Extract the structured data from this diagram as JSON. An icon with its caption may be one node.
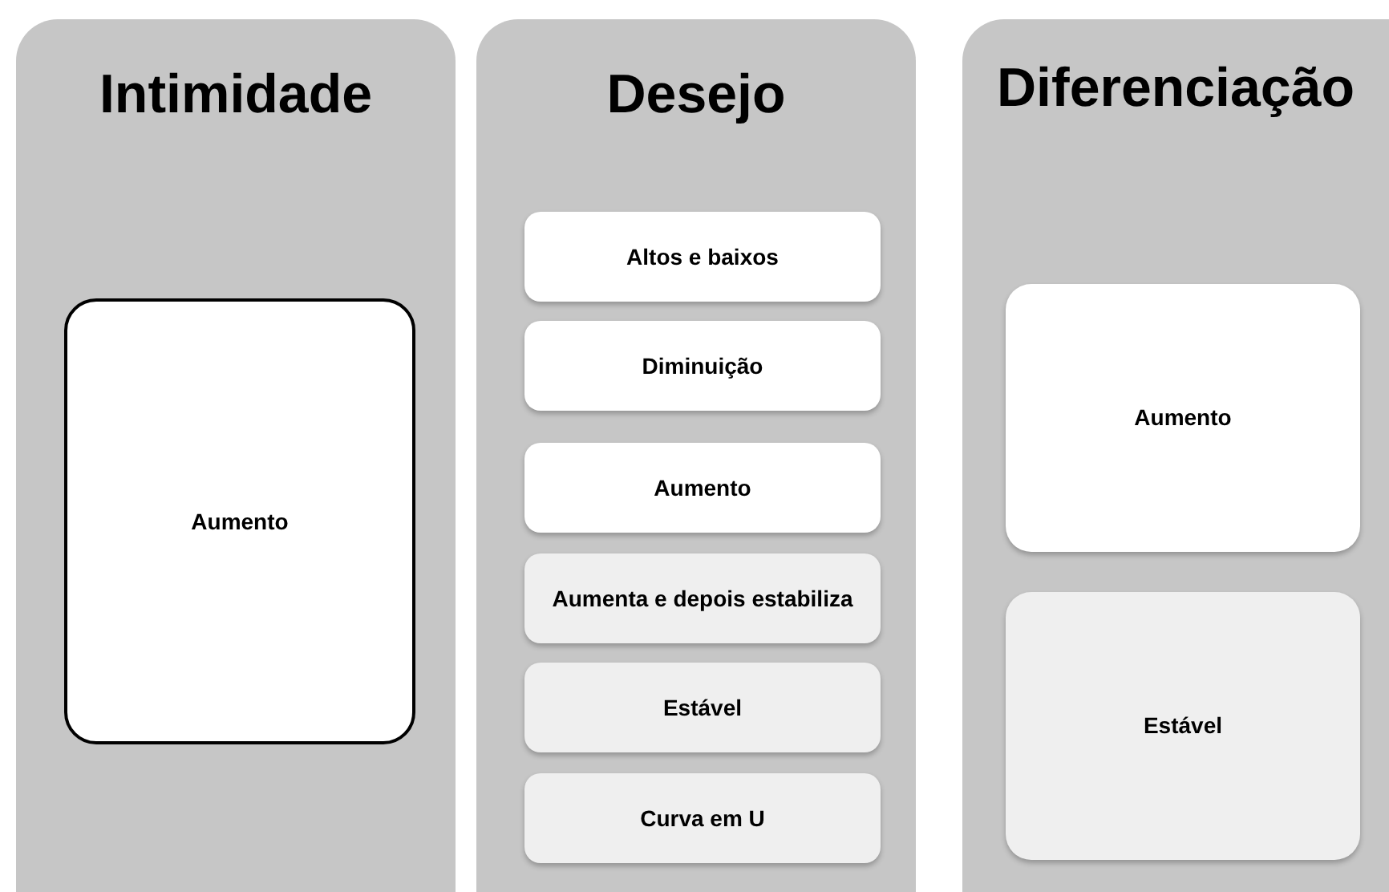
{
  "diagram": {
    "nodes": [
      {
        "text": [
          "Intimidade"
        ]
      },
      {
        "text": [
          "Aumento"
        ],
        "in": 0
      },
      {
        "text": [
          "Desejo"
        ]
      },
      {
        "text": [
          "Altos e baixos"
        ],
        "in": 2
      },
      {
        "text": [
          "Diminuição"
        ],
        "in": 2
      },
      {
        "text": [
          "Aumento"
        ],
        "in": 2
      },
      {
        "text": [
          "Aumenta e depois estabiliza"
        ],
        "in": 2
      },
      {
        "text": [
          "Estável"
        ],
        "in": 2
      },
      {
        "text": [
          "Curva em U"
        ],
        "in": 2
      },
      {
        "text": [
          "Diferenciação"
        ]
      },
      {
        "text": [
          "Aumento"
        ],
        "in": 9
      },
      {
        "text": [
          "Estável"
        ],
        "in": 9
      }
    ]
  }
}
